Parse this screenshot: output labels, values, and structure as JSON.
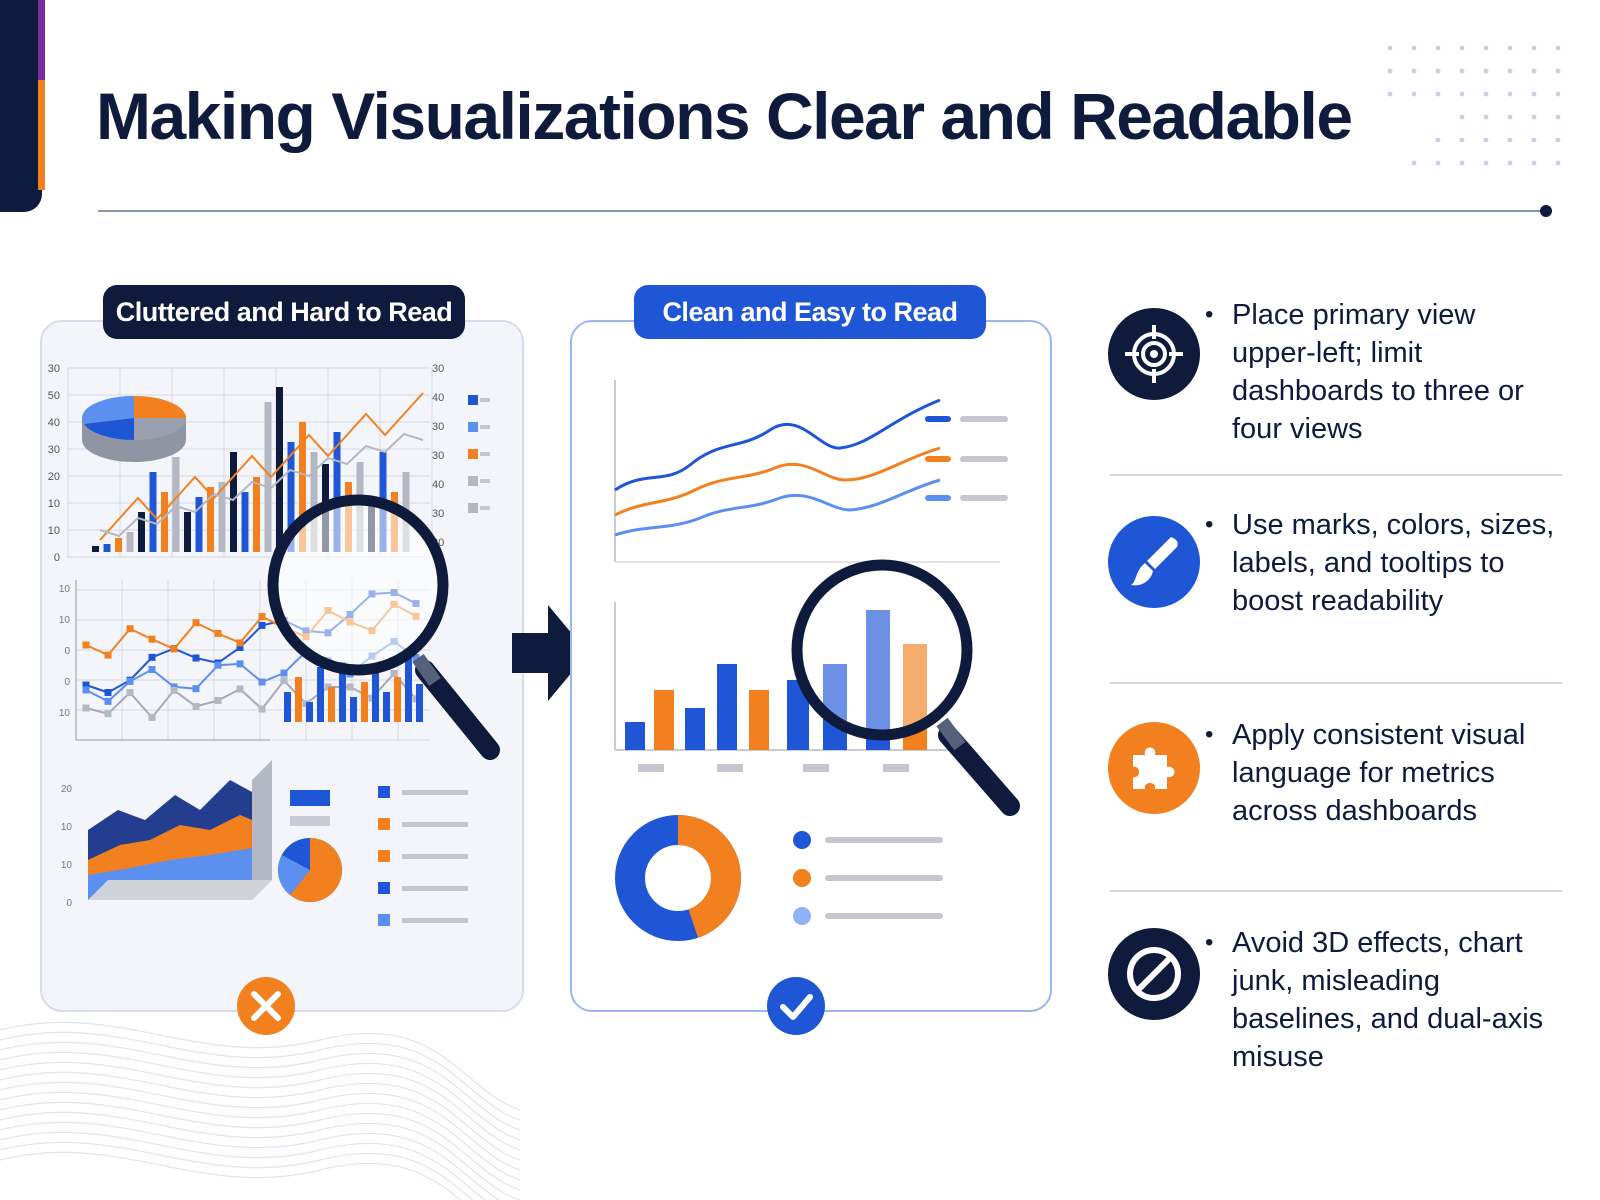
{
  "title": "Making Visualizations Clear and Readable",
  "colors": {
    "navy": "#0f1b3d",
    "blue": "#1e56d6",
    "light_blue": "#5b8ff0",
    "orange": "#f2801f",
    "grey": "#b4b8c2"
  },
  "panels": {
    "bad": {
      "label": "Cluttered and Hard to Read",
      "status_icon": "x-icon"
    },
    "good": {
      "label": "Clean and Easy to Read",
      "status_icon": "check-icon"
    }
  },
  "tips": [
    {
      "icon": "target-icon",
      "text": "Place primary view upper-left; limit dashboards to three or four views"
    },
    {
      "icon": "paintbrush-icon",
      "text": "Use marks, colors, sizes, labels, and tooltips to boost readability"
    },
    {
      "icon": "puzzle-icon",
      "text": "Apply consistent visual language for metrics across dashboards"
    },
    {
      "icon": "prohibited-icon",
      "text": "Avoid 3D effects, chart junk, misleading baselines, and dual-axis misuse"
    }
  ],
  "bullet_char": "•",
  "cluttered_axis_ticks": {
    "left": [
      "30",
      "50",
      "40",
      "30",
      "20",
      "10",
      "10",
      "0"
    ],
    "right": [
      "30",
      "40",
      "30",
      "30",
      "40",
      "30",
      "30"
    ]
  }
}
